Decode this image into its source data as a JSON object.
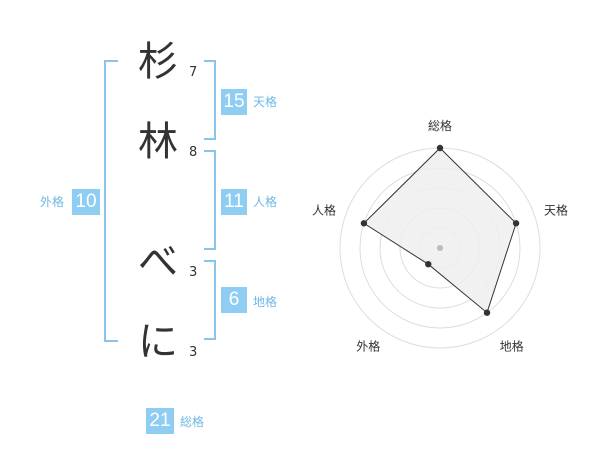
{
  "name": {
    "chars": [
      {
        "char": "杉",
        "strokes": "7"
      },
      {
        "char": "林",
        "strokes": "8"
      },
      {
        "char": "べ",
        "strokes": "3"
      },
      {
        "char": "に",
        "strokes": "3"
      }
    ]
  },
  "scores": {
    "tenkaku": {
      "value": "15",
      "label": "天格"
    },
    "jinkaku": {
      "value": "11",
      "label": "人格"
    },
    "chikaku": {
      "value": "6",
      "label": "地格"
    },
    "gaikaku": {
      "value": "10",
      "label": "外格"
    },
    "soukaku": {
      "value": "21",
      "label": "総格"
    }
  },
  "colors": {
    "accent": "#8fcdf3",
    "bracket": "#89c4ea",
    "label": "#6fb8e6",
    "text": "#333333",
    "radar_fill": "#eeeeee",
    "radar_ring": "#dddddd"
  },
  "chart_data": {
    "type": "radar",
    "axes": [
      "総格",
      "天格",
      "地格",
      "外格",
      "人格"
    ],
    "values": [
      5,
      4,
      4,
      1,
      4
    ],
    "max": 5,
    "rings": 5
  }
}
